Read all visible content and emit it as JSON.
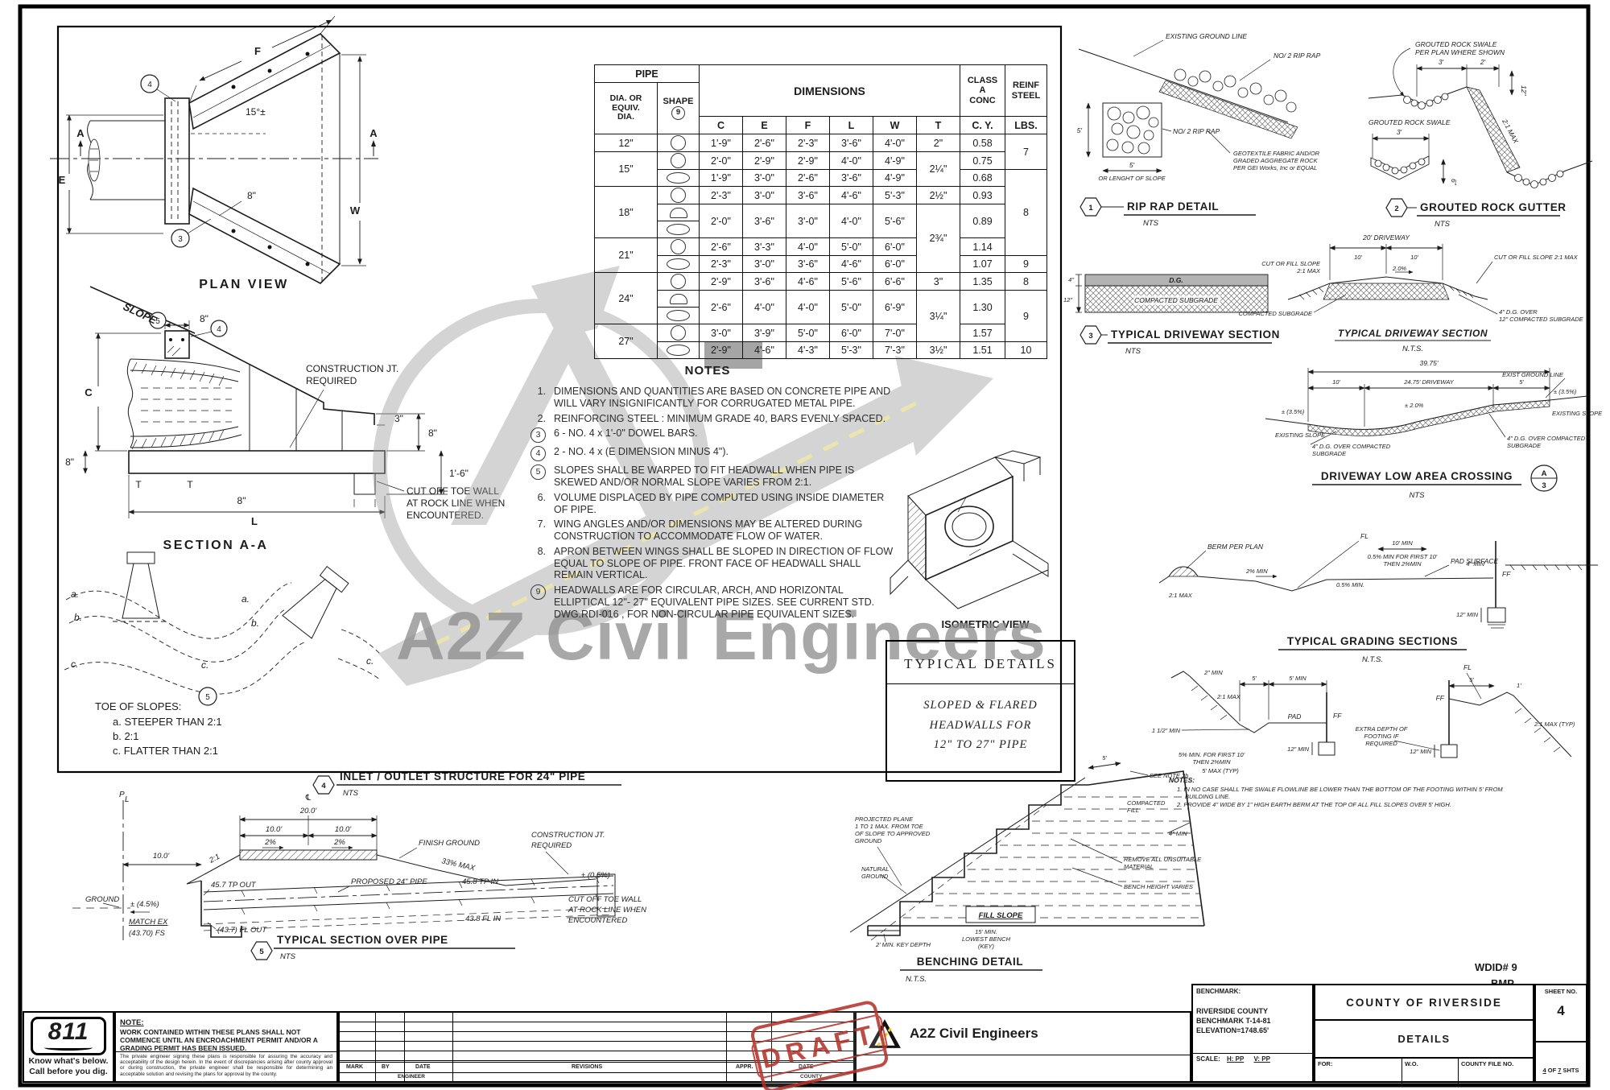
{
  "sheet": {
    "watermark_text": "A2Z Civil Engineers",
    "wdid": "WDID#  9",
    "bmp": "BMP"
  },
  "plan_view": {
    "title": "PLAN VIEW",
    "f": "F",
    "w": "W",
    "e": "E",
    "a": "A",
    "angle": "15°±",
    "eight": "8\"",
    "bubble3": "3",
    "bubble4": "4"
  },
  "section_aa": {
    "title": "SECTION A-A",
    "slope": "SLOPE",
    "bubble5": "5",
    "bubble4": "4",
    "eight": "8\"",
    "c": "C",
    "cj1": "CONSTRUCTION JT.",
    "cj2": "REQUIRED",
    "three": "3\"",
    "t": "T",
    "one_six": "1'-6\"",
    "l": "L",
    "cut1": "CUT OFF TOE WALL",
    "cut2": "AT ROCK LINE WHEN",
    "cut3": "ENCOUNTERED."
  },
  "toe": {
    "heading": "TOE OF SLOPES:",
    "item_a": "a. STEEPER THAN 2:1",
    "item_b": "b. 2:1",
    "item_c": "c. FLATTER THAN 2:1",
    "a": "a.",
    "b": "b.",
    "c": "c.",
    "bubble5": "5"
  },
  "isometric": {
    "title": "ISOMETRIC VIEW"
  },
  "details_box": {
    "title": "TYPICAL DETAILS",
    "line1": "SLOPED & FLARED",
    "line2": "HEADWALLS FOR",
    "line3": "12\" TO 27\" PIPE"
  },
  "pipe_table": {
    "title_pipe": "PIPE",
    "dia1": "DIA. OR",
    "dia2": "EQUIV.",
    "dia3": "DIA.",
    "shape_head": "SHAPE",
    "shape_ref": "9",
    "dims_head": "DIMENSIONS",
    "class1": "CLASS",
    "class2": "A",
    "class3": "CONC",
    "reinf1": "REINF",
    "reinf2": "STEEL",
    "col_c": "C",
    "col_e": "E",
    "col_f": "F",
    "col_l": "L",
    "col_w": "W",
    "col_t": "T",
    "col_cy": "C. Y.",
    "col_lbs": "LBS.",
    "rows": [
      {
        "dia": "12\"",
        "shape": "circle",
        "c": "1'-9\"",
        "e": "2'-6\"",
        "f": "2'-3\"",
        "l": "3'-6\"",
        "w": "4'-0\"",
        "t": "2\"",
        "cy": "0.58",
        "lbs": "7"
      },
      {
        "dia": "15\"",
        "shape": "circle",
        "c": "2'-0\"",
        "e": "2'-9\"",
        "f": "2'-9\"",
        "l": "4'-0\"",
        "w": "4'-9\"",
        "t": "2¼\"",
        "cy": "0.75"
      },
      {
        "shape": "ellipse",
        "c": "1'-9\"",
        "e": "3'-0\"",
        "f": "2'-6\"",
        "l": "3'-6\"",
        "w": "4'-9\"",
        "cy": "0.68",
        "lbs": "8"
      },
      {
        "dia": "18\"",
        "shape": "circle",
        "c": "2'-3\"",
        "e": "3'-0\"",
        "f": "3'-6\"",
        "l": "4'-6\"",
        "w": "5'-3\"",
        "t": "2½\"",
        "cy": "0.93"
      },
      {
        "shape": "arch",
        "c": "2'-0\"",
        "e": "3'-6\"",
        "f": "3'-0\"",
        "l": "4'-0\"",
        "w": "5'-6\"",
        "t": "2¾\"",
        "cy": "0.89"
      },
      {
        "shape": "ellipse"
      },
      {
        "dia": "21\"",
        "shape": "circle",
        "c": "2'-6\"",
        "e": "3'-3\"",
        "f": "4'-0\"",
        "l": "5'-0\"",
        "w": "6'-0\"",
        "cy": "1.14"
      },
      {
        "shape": "ellipse",
        "c": "2'-3\"",
        "e": "3'-0\"",
        "f": "3'-6\"",
        "l": "4'-6\"",
        "w": "6'-0\"",
        "cy": "1.07",
        "lbs": "9"
      },
      {
        "dia": "24\"",
        "shape": "circle",
        "c": "2'-9\"",
        "e": "3'-6\"",
        "f": "4'-6\"",
        "l": "5'-6\"",
        "w": "6'-6\"",
        "t": "3\"",
        "cy": "1.35",
        "lbs": "8"
      },
      {
        "shape": "arch",
        "c": "2'-6\"",
        "e": "4'-0\"",
        "f": "4'-0\"",
        "l": "5'-0\"",
        "w": "6'-9\"",
        "t": "3¼\"",
        "cy": "1.30",
        "lbs": "9"
      },
      {
        "shape": "ellipse"
      },
      {
        "dia": "27\"",
        "shape": "circle",
        "c": "3'-0\"",
        "e": "3'-9\"",
        "f": "5'-0\"",
        "l": "6'-0\"",
        "w": "7'-0\"",
        "cy": "1.57"
      },
      {
        "shape": "ellipse",
        "c": "2'-9\"",
        "e": "4'-6\"",
        "f": "4'-3\"",
        "l": "5'-3\"",
        "w": "7'-3\"",
        "t": "3½\"",
        "cy": "1.51",
        "lbs": "10"
      }
    ]
  },
  "notes": {
    "title": "NOTES",
    "items": [
      {
        "num": "1.",
        "circled": false,
        "text": "DIMENSIONS AND QUANTITIES ARE BASED ON CONCRETE PIPE AND WILL VARY INSIGNIFICANTLY FOR CORRUGATED METAL PIPE."
      },
      {
        "num": "2.",
        "circled": false,
        "text": "REINFORCING STEEL : MINIMUM GRADE 40, BARS EVENLY SPACED."
      },
      {
        "num": "3",
        "circled": true,
        "text": "6 - NO. 4 x 1'-0\" DOWEL BARS."
      },
      {
        "num": "4",
        "circled": true,
        "text": "2 - NO. 4 x (E DIMENSION MINUS 4\")."
      },
      {
        "num": "5",
        "circled": true,
        "text": "SLOPES SHALL BE WARPED TO FIT HEADWALL WHEN PIPE IS SKEWED AND/OR NORMAL SLOPE VARIES FROM 2:1."
      },
      {
        "num": "6.",
        "circled": false,
        "text": "VOLUME DISPLACED BY PIPE COMPUTED USING INSIDE DIAMETER OF PIPE."
      },
      {
        "num": "7.",
        "circled": false,
        "text": "WING ANGLES AND/OR DIMENSIONS MAY BE ALTERED DURING CONSTRUCTION TO ACCOMMODATE FLOW OF WATER."
      },
      {
        "num": "8.",
        "circled": false,
        "text": "APRON BETWEEN WINGS SHALL BE SLOPED IN DIRECTION OF FLOW EQUAL TO SLOPE OF PIPE.  FRONT FACE OF HEADWALL SHALL REMAIN VERTICAL."
      },
      {
        "num": "9",
        "circled": true,
        "text": "HEADWALLS ARE FOR CIRCULAR, ARCH, AND HORIZONTAL ELLIPTICAL 12\"- 27\" EQUIVALENT PIPE SIZES.  SEE CURRENT STD. DWG.RDI-016 , FOR NON-CIRCULAR PIPE EQUIVALENT SIZES."
      }
    ]
  },
  "rip_rap": {
    "num": "1",
    "title": "RIP RAP DETAIL",
    "nts": "NTS",
    "existing_ground": "EXISTING GROUND LINE",
    "rip": "NO/ 2 RIP RAP",
    "geo1": "GEOTEXTILE FABRIC AND/OR",
    "geo2": "GRADED AGGREGATE ROCK",
    "geo3": "PER GEI Works, Inc or EQUAL",
    "five": "5'",
    "or_length": "OR LENGHT OF SLOPE"
  },
  "gutter": {
    "num": "2",
    "title": "GROUTED ROCK GUTTER",
    "nts": "NTS",
    "note1": "GROUTED ROCK SWALE",
    "note2": "PER PLAN WHERE SHOWN",
    "three": "3'",
    "two": "2'",
    "twelve": "12\"",
    "max": "2:1 MAX",
    "swale": "GROUTED ROCK SWALE",
    "six": "6\""
  },
  "drive3": {
    "num": "3",
    "title": "TYPICAL DRIVEWAY SECTION",
    "nts": "NTS",
    "dg": "D.G.",
    "compacted": "COMPACTED SUBGRADE",
    "four": "4\"",
    "twelve": "12\""
  },
  "drive_r": {
    "title": "TYPICAL DRIVEWAY SECTION",
    "nts": "N.T.S.",
    "twenty": "20'  DRIVEWAY",
    "ten": "10'",
    "cut1": "CUT OR FILL SLOPE",
    "cut2": "2:1 MAX",
    "cut_r": "CUT OR FILL SLOPE 2:1 MAX",
    "pct": "2.0%",
    "compacted": "COMPACTED SUBGRADE",
    "dg1": "4\" D.G. OVER",
    "dg2": "12\" COMPACTED SUBGRADE"
  },
  "low_crossing": {
    "title": "DRIVEWAY LOW AREA CROSSING",
    "nts": "NTS",
    "ba": "A",
    "b3": "3",
    "total": "39.75'",
    "ten": "10'",
    "drive": "24.75' DRIVEWAY",
    "five": "5'",
    "pm35": "± (3.5%)",
    "exslope": "EXISTING SLOPE",
    "pm20": "± 2.0%",
    "exground": "EXIST GROUND LINE",
    "dg1": "4\" D.G. OVER COMPACTED",
    "dg2": "SUBGRADE"
  },
  "grading": {
    "title": "TYPICAL GRADING SECTIONS",
    "nts": "N.T.S.",
    "berm": "BERM PER PLAN",
    "max21": "2:1 MAX",
    "min2": "2% MIN",
    "fl": "FL",
    "ff": "FF",
    "min10": "10' MIN",
    "first1": "0.5% MIN FOR FIRST 10'",
    "first2": "THEN 2%MIN",
    "pad_surface": "PAD SURFACE",
    "min05": "0.5% MIN.",
    "min4": "4\" MIN",
    "min12": "12\" MIN",
    "min2in": "2\" MIN",
    "five": "5'",
    "five_min": "5' MIN",
    "min112": "1 1/2\" MIN",
    "pad": "PAD",
    "first5a": "5% MIN. FOR FIRST 10'",
    "first5b": "THEN 2%MIN",
    "max_typ": "5' MAX (TYP)",
    "extra1": "EXTRA DEPTH OF",
    "extra2": "FOOTING IF",
    "extra3": "REQUIRED",
    "max21typ": "2:1 MAX (TYP)",
    "one": "1'",
    "nh": "NOTES:",
    "n1": "1.  IN NO CASE SHALL THE SWALE FLOWLINE BE LOWER THAN THE BOTTOM OF THE FOOTING WITHIN 5' FROM",
    "n1b": "BUILDING LINE.",
    "n2": "2.  PROVIDE 4\" WIDE BY 1\" HIGH EARTH BERM AT THE TOP OF ALL FILL SLOPES OVER 5' HIGH."
  },
  "benching": {
    "title": "BENCHING DETAIL",
    "nts": "N.T.S.",
    "proj1": "PROJECTED PLANE",
    "proj2": "1 TO 1 MAX. FROM TOE",
    "proj3": "OF SLOPE TO APPROVED",
    "proj4": "GROUND",
    "nat1": "NATURAL",
    "nat2": "GROUND",
    "comp1": "COMPACTED",
    "comp2": "FILL",
    "see_note": "SEE NOTE 2b",
    "five": "5'",
    "min4": "4\" MIN",
    "rem1": "REMOVE ALL UNSUITABLE",
    "rem2": "MATERIAL",
    "bench": "BENCH HEIGHT VARIES",
    "low1": "15' MIN.",
    "low2": "LOWEST BENCH",
    "low3": "(KEY)",
    "key": "2' MIN. KEY DEPTH",
    "fill_slope": "FILL SLOPE"
  },
  "inlet": {
    "num": "4",
    "title": "INLET / OUTLET STRUCTURE FOR 24\" PIPE",
    "nts": "NTS",
    "cl": "℄",
    "p": "P",
    "l": "L",
    "d20": "20.0'",
    "d10": "10.0'",
    "pct2": "2%",
    "finish": "FINISH GROUND",
    "max33": "33% MAX",
    "s21": "2:1",
    "tp_out": "45.7 TP OUT",
    "proposed": "PROPOSED 24\" PIPE",
    "tp_in": "45.8 TP IN",
    "ground": "GROUND",
    "pm45": "± (4.5%)",
    "match1": "MATCH EX",
    "match2": "(43.70) FS",
    "fl_out": "(43.7) FL OUT",
    "fl_in": "43.8 FL IN",
    "cj1": "CONSTRUCTION JT.",
    "cj2": "REQUIRED",
    "pm05": "± (0.5%)",
    "cut1": "CUT OFF TOE WALL",
    "cut2": "AT ROCK LINE WHEN",
    "cut3": "ENCOUNTERED"
  },
  "over_pipe": {
    "num": "5",
    "title": "TYPICAL SECTION OVER PIPE",
    "nts": "NTS"
  },
  "title_block": {
    "call811": {
      "number": "811",
      "know": "Know what's below.",
      "call": "Call before you dig."
    },
    "note": {
      "heading": "NOTE:",
      "body": "WORK CONTAINED WITHIN THESE PLANS SHALL NOT COMMENCE UNTIL AN ENCROACHMENT PERMIT AND/OR A GRADING PERMIT HAS BEEN ISSUED.",
      "disclaimer": "The private engineer signing these plans is responsible for assuring the accuracy and acceptability of the design herein. In the event of discrepancies arising after county approval or during construction, the private engineer shall be responsible for determining an acceptable solution and revising the plans for approval by the county."
    },
    "revisions": {
      "mark": "MARK",
      "by": "BY",
      "date": "DATE",
      "revisions": "REVISIONS",
      "appr": "APPR.",
      "date2": "DATE",
      "engineer": "ENGINEER",
      "county": "COUNTY"
    },
    "draft": "DRAFT",
    "firm": "A2Z Civil Engineers",
    "benchmark": {
      "heading": "BENCHMARK:",
      "line1": "RIVERSIDE COUNTY",
      "line2": "BENCHMARK T-14-81",
      "line3": "ELEVATION=1748.65'",
      "scale": "SCALE:",
      "h": "H:  PP",
      "v": "V:  PP"
    },
    "county": {
      "name": "COUNTY OF RIVERSIDE",
      "details": "DETAILS",
      "for_label": "FOR:",
      "wo": "W.O.",
      "file": "COUNTY FILE NO."
    },
    "sheetno": {
      "heading": "SHEET NO.",
      "number": "4",
      "of1": "4",
      "of": "OF",
      "of2": "7",
      "shts": "SHTS"
    }
  }
}
